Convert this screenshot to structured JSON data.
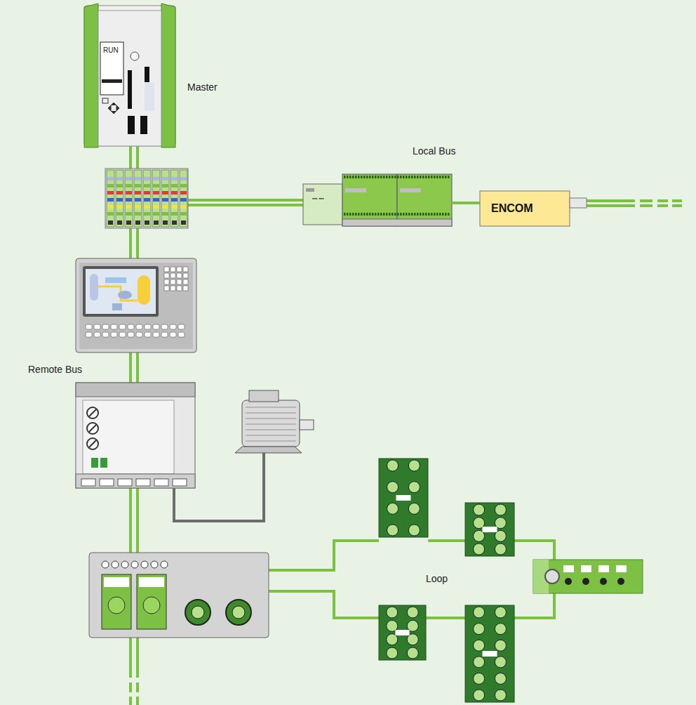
{
  "diagram": {
    "labels": [
      "Master",
      "Local Bus",
      "Remote Bus",
      "Loop",
      "RUN",
      "ENCOM"
    ]
  }
}
